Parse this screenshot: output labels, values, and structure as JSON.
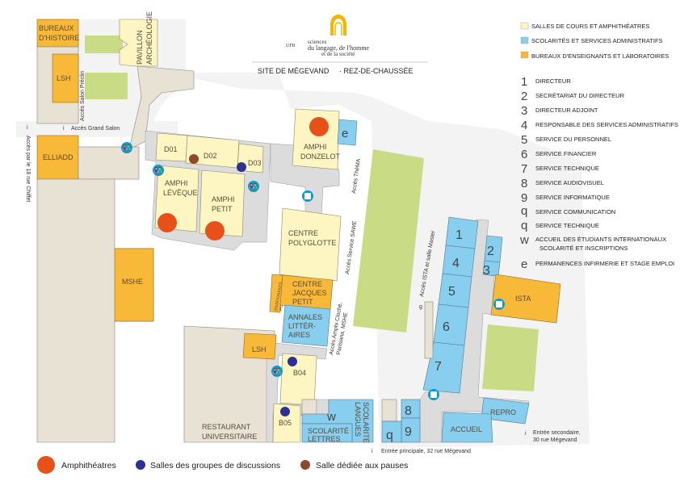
{
  "header": {
    "logo_ufr": "UFR",
    "logo_line1": "sciences",
    "logo_line2": "du langage, de l'homme",
    "logo_line3": "et de la société",
    "site": "SITE DE MÉGEVAND",
    "level": "· REZ-DE-CHAUSSÉE"
  },
  "colors": {
    "classrooms": "#fdf5c2",
    "admin": "#87ceef",
    "offices": "#f9b938",
    "amphi": "#e8501a",
    "discussion": "#2e3192",
    "pause": "#8b4a2b"
  },
  "legend_types": [
    {
      "label": "SALLES DE COURS ET AMPHITHÉATRES",
      "color": "#fdf5c2"
    },
    {
      "label": "SCOLARITÉS ET SERVICES ADMINISTRATIFS",
      "color": "#87ceef"
    },
    {
      "label": "BUREAUX D'ENSEIGNANTS ET LABORATOIRES",
      "color": "#f9b938"
    }
  ],
  "legend_numbers": [
    {
      "key": "1",
      "label": "DIRECTEUR"
    },
    {
      "key": "2",
      "label": "SECRÉTARIAT DU DIRECTEUR"
    },
    {
      "key": "3",
      "label": "DIRECTEUR ADJOINT"
    },
    {
      "key": "4",
      "label": "RESPONSABLE DES SERVICES ADMINISTRATIFS"
    },
    {
      "key": "5",
      "label": "SERVICE DU PERSONNEL"
    },
    {
      "key": "6",
      "label": "SERVICE FINANCIER"
    },
    {
      "key": "7",
      "label": "SERVICE TECHNIQUE"
    },
    {
      "key": "8",
      "label": "SERVICE AUDIOVISUEL"
    },
    {
      "key": "9",
      "label": "SERVICE INFORMATIQUE"
    },
    {
      "key": "q",
      "label": "SERVICE COMMUNICATION"
    },
    {
      "key": "q",
      "label": "SERVICE TECHNIQUE"
    },
    {
      "key": "w",
      "label": "ACCUEIL DES ÉTUDIANTS INTERNATIONAUX",
      "label2": "SCOLARITÉ ET INSCRIPTIONS"
    },
    {
      "key": "e",
      "label": "PERMANENCES INFIRMERIE ET STAGE EMPLOI"
    }
  ],
  "rooms": {
    "bureaux_histoire": [
      "BUREAUX",
      "D'HISTOIRE"
    ],
    "lsh1": "LSH",
    "pavillon": [
      "PAVILLON",
      "ARCHÉOLOGIE"
    ],
    "elliadd": "ELLIADD",
    "mshe": "MSHE",
    "d01": "D01",
    "d02": "D02",
    "d03": "D03",
    "amphi_leveque": [
      "AMPHI",
      "LÉVÊQUE"
    ],
    "amphi_petit": [
      "AMPHI",
      "PETIT"
    ],
    "amphi_donzelot": [
      "AMPHI",
      "DONZELOT"
    ],
    "e": "e",
    "centre_polyglotte": [
      "CENTRE",
      "POLYGLOTTE"
    ],
    "ens_polyglotte": [
      "ENSEIGNANTS",
      "POLYGLOTTE"
    ],
    "centre_jacques_petit": [
      "CENTRE",
      "JACQUES",
      "PETIT"
    ],
    "annales": [
      "ANNALES",
      "LITTÉR-",
      "AIRES"
    ],
    "lsh2": "LSH",
    "b04": "B04",
    "b05": "B05",
    "restaurant": [
      "RESTAURANT",
      "UNIVERSITAIRE"
    ],
    "scolarite_lettres": [
      "SCOLARITÉ",
      "LETTRES"
    ],
    "w": "w",
    "scolarite_langues": [
      "SCOLARITÉ",
      "LANGUES"
    ],
    "r1": "1",
    "r2": "2",
    "r3": "3",
    "r4": "4",
    "r5": "5",
    "r6": "6",
    "r7": "7",
    "r8": "8",
    "r9": "9",
    "rq": "q",
    "ista": "ISTA",
    "repro": "REPRO",
    "accueil": "ACCUEIL"
  },
  "access": {
    "salon_preclin": "Accès Salon Préclin",
    "grand_salon": "Accès Grand Salon",
    "chiffet": "Accès par le 18 rue Chiffet",
    "thema": "Accès ThéMA",
    "sawe": "Accès Service SAWE",
    "amphi_cloche": "Accès Amphi Cloché,",
    "amphi_cloche2": "Parisiana, MSHE",
    "ista_master": "Accès ISTA et salle Master",
    "g": "g",
    "entree_principale": "Entrée principale, 32 rue Mégevand",
    "entree_secondaire": "Entrée secondaire,",
    "entree_secondaire2": "30 rue Mégevand",
    "i": "i"
  },
  "bottom_legend": [
    {
      "label": "Amphithéatres",
      "color": "#e8501a"
    },
    {
      "label": "Salles des groupes de discussions",
      "color": "#2e3192"
    },
    {
      "label": "Salle dédiée aux pauses",
      "color": "#8b4a2b"
    }
  ]
}
